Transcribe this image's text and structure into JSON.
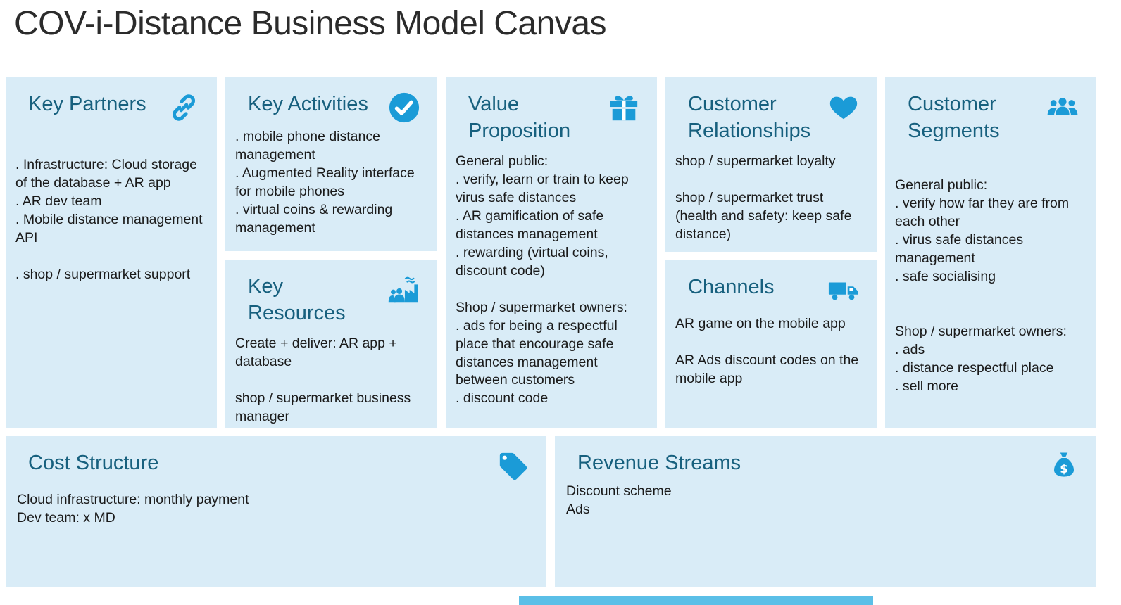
{
  "page": {
    "title": "COV-i-Distance Business Model Canvas"
  },
  "colors": {
    "accent_blue": "#1B9BD7",
    "header_text": "#17607E",
    "box_background": "#D9ECF7",
    "body_text": "#1A1A1A",
    "bottom_bar": "#5BBFE7"
  },
  "canvas": {
    "key_partners": {
      "title": "Key Partners",
      "icon": "link-icon",
      "body": ". Infrastructure: Cloud storage of the database + AR app\n. AR dev team\n. Mobile distance management API\n\n. shop / supermarket support"
    },
    "key_activities": {
      "title": "Key Activities",
      "icon": "check-circle-icon",
      "body": ". mobile phone distance management\n. Augmented Reality interface for mobile phones\n. virtual coins & rewarding management"
    },
    "key_resources": {
      "title": "Key Resources",
      "icon": "factory-people-icon",
      "body": "Create + deliver: AR app + database\n\nshop / supermarket business manager"
    },
    "value_proposition": {
      "title": "Value Proposition",
      "icon": "gift-icon",
      "body": "General public:\n. verify, learn or train to keep virus safe distances\n. AR gamification of safe distances management\n. rewarding (virtual coins, discount code)\n\nShop / supermarket owners:\n. ads for being a respectful place that encourage safe distances management between customers\n. discount code"
    },
    "customer_relationships": {
      "title": "Customer Relationships",
      "icon": "heart-icon",
      "body": "shop / supermarket loyalty\n\nshop / supermarket trust (health and safety: keep safe distance)"
    },
    "channels": {
      "title": "Channels",
      "icon": "truck-icon",
      "body": "AR game on the mobile app\n\nAR Ads discount codes on the mobile app"
    },
    "customer_segments": {
      "title": "Customer Segments",
      "icon": "people-group-icon",
      "body": "General public:\n. verify how far they are from each other\n. virus safe distances management\n. safe socialising\n\n\nShop / supermarket owners:\n. ads\n. distance respectful place\n. sell more"
    },
    "cost_structure": {
      "title": "Cost Structure",
      "icon": "price-tag-icon",
      "body": "Cloud infrastructure: monthly payment\nDev team: x MD"
    },
    "revenue_streams": {
      "title": "Revenue Streams",
      "icon": "money-bag-icon",
      "body": "Discount scheme\nAds"
    }
  }
}
